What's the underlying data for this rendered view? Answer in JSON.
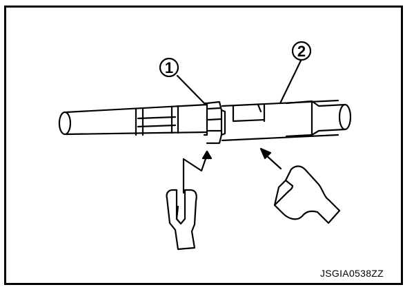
{
  "callouts": [
    {
      "id": "callout-1",
      "label": "1"
    },
    {
      "id": "callout-2",
      "label": "2"
    }
  ],
  "figure_code": "JSGIA0538ZZ",
  "colors": {
    "line": "#000000",
    "background": "#ffffff"
  }
}
